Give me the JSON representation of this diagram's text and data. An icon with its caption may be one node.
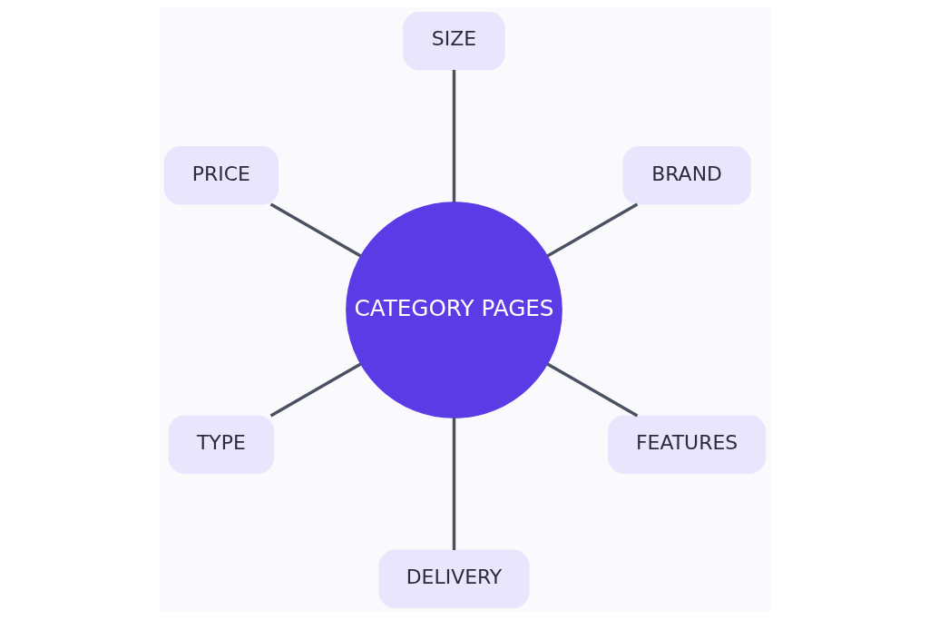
{
  "diagram": {
    "nodes": [
      {
        "text": [
          "BRAND"
        ]
      },
      {
        "text": [
          "SIZE"
        ]
      },
      {
        "text": [
          "PRICE"
        ]
      },
      {
        "text": [
          "CATEGORY PAGES"
        ]
      },
      {
        "text": [
          "TYPE"
        ]
      },
      {
        "text": [
          "DELIVERY"
        ]
      },
      {
        "text": [
          "FEATURES"
        ]
      }
    ],
    "edges": [
      {
        "from": 3,
        "to": 0,
        "arrow": "none"
      },
      {
        "from": 3,
        "to": 2,
        "arrow": "none"
      },
      {
        "from": 3,
        "to": 5,
        "arrow": "none"
      },
      {
        "from": 3,
        "to": 6,
        "arrow": "none"
      },
      {
        "from": 3,
        "to": 4,
        "arrow": "none"
      },
      {
        "from": 3,
        "to": 1,
        "arrow": "none"
      }
    ]
  }
}
